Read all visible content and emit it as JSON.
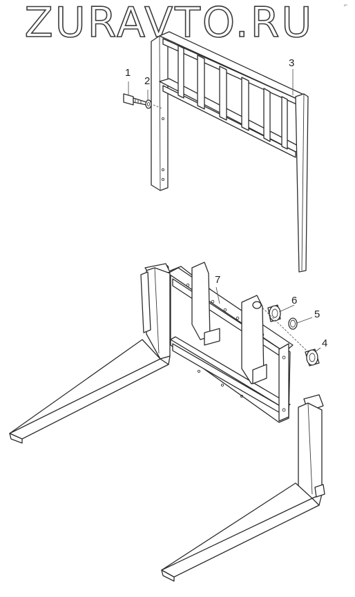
{
  "watermark": "ZURAVTO.RU",
  "corner_mark": "⌐",
  "callouts": [
    {
      "id": "1",
      "label": "1"
    },
    {
      "id": "2",
      "label": "2"
    },
    {
      "id": "3",
      "label": "3"
    },
    {
      "id": "4",
      "label": "4"
    },
    {
      "id": "5",
      "label": "5"
    },
    {
      "id": "6",
      "label": "6"
    },
    {
      "id": "7",
      "label": "7"
    }
  ]
}
